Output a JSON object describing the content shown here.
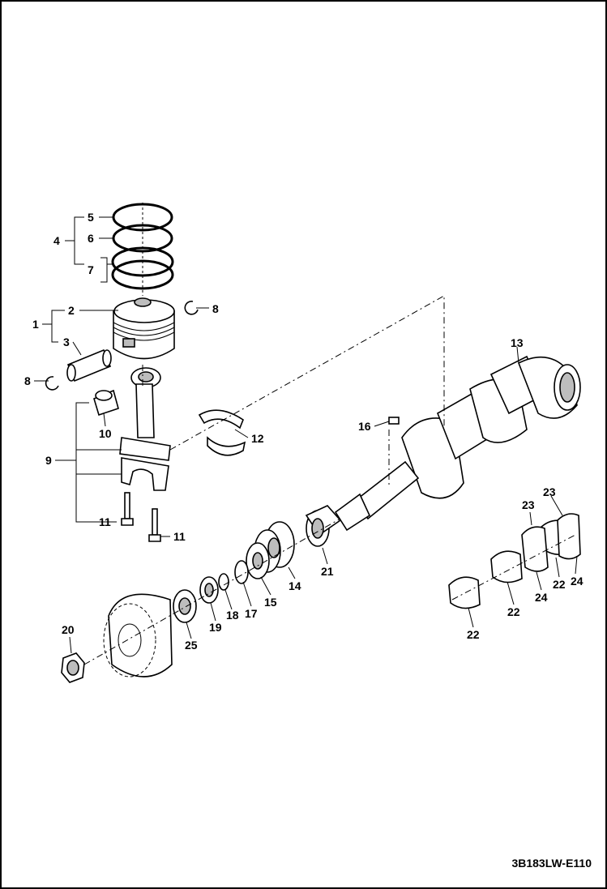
{
  "diagram": {
    "drawing_code": "3B183LW-E110",
    "callouts": {
      "c1": "1",
      "c2": "2",
      "c3": "3",
      "c4": "4",
      "c5": "5",
      "c6": "6",
      "c7": "7",
      "c8a": "8",
      "c8b": "8",
      "c9": "9",
      "c10": "10",
      "c11a": "11",
      "c11b": "11",
      "c12": "12",
      "c13": "13",
      "c14": "14",
      "c15": "15",
      "c16": "16",
      "c17": "17",
      "c18": "18",
      "c19": "19",
      "c20": "20",
      "c21": "21",
      "c22a": "22",
      "c22b": "22",
      "c22c": "22",
      "c23a": "23",
      "c23b": "23",
      "c24a": "24",
      "c24b": "24",
      "c25": "25"
    }
  }
}
